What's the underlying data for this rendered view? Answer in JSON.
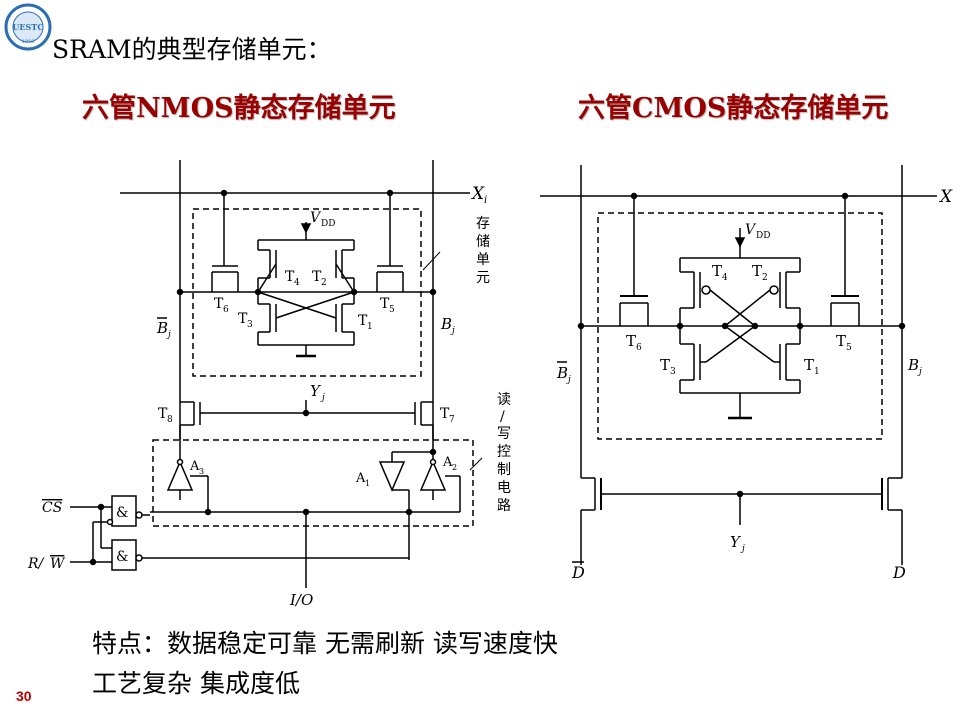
{
  "slide": {
    "title": "SRAM的典型存储单元：",
    "page_number": "30",
    "features_line1": "特点：数据稳定可靠  无需刷新  读写速度快",
    "features_line2": "工艺复杂   集成度低"
  },
  "logo": {
    "name": "university-seal",
    "text": "UESTC",
    "year": "1956"
  },
  "nmos": {
    "title": "六管NMOS静态存储单元",
    "vdd": "V",
    "vdd_sub": "DD",
    "x_label": "X",
    "x_sub": "i",
    "y_label": "Y",
    "y_sub": "j",
    "bj_left": "B",
    "bj_left_sub": "j",
    "bj_right": "B",
    "bj_right_sub": "j",
    "t1": "T",
    "t1_sub": "1",
    "t2": "T",
    "t2_sub": "2",
    "t3": "T",
    "t3_sub": "3",
    "t4": "T",
    "t4_sub": "4",
    "t5": "T",
    "t5_sub": "5",
    "t6": "T",
    "t6_sub": "6",
    "t7": "T",
    "t7_sub": "7",
    "t8": "T",
    "t8_sub": "8",
    "a1": "A",
    "a1_sub": "1",
    "a2": "A",
    "a2_sub": "2",
    "a3": "A",
    "a3_sub": "3",
    "cell_label": [
      "存",
      "储",
      "单",
      "元"
    ],
    "ctrl_label": [
      "读",
      "/",
      "写",
      "控",
      "制",
      "电",
      "路"
    ],
    "cs": "CS",
    "rw_r": "R/",
    "rw_w": "W",
    "io": "I/O",
    "and_sym": "&"
  },
  "cmos": {
    "title": "六管CMOS静态存储单元",
    "vdd": "V",
    "vdd_sub": "DD",
    "x_label": "X",
    "y_label": "Y",
    "y_sub": "j",
    "bj_left": "B",
    "bj_left_sub": "j",
    "bj_right": "B",
    "bj_right_sub": "j",
    "t1": "T",
    "t1_sub": "1",
    "t2": "T",
    "t2_sub": "2",
    "t3": "T",
    "t3_sub": "3",
    "t4": "T",
    "t4_sub": "4",
    "t5": "T",
    "t5_sub": "5",
    "t6": "T",
    "t6_sub": "6",
    "d_bar": "D",
    "d": "D"
  }
}
